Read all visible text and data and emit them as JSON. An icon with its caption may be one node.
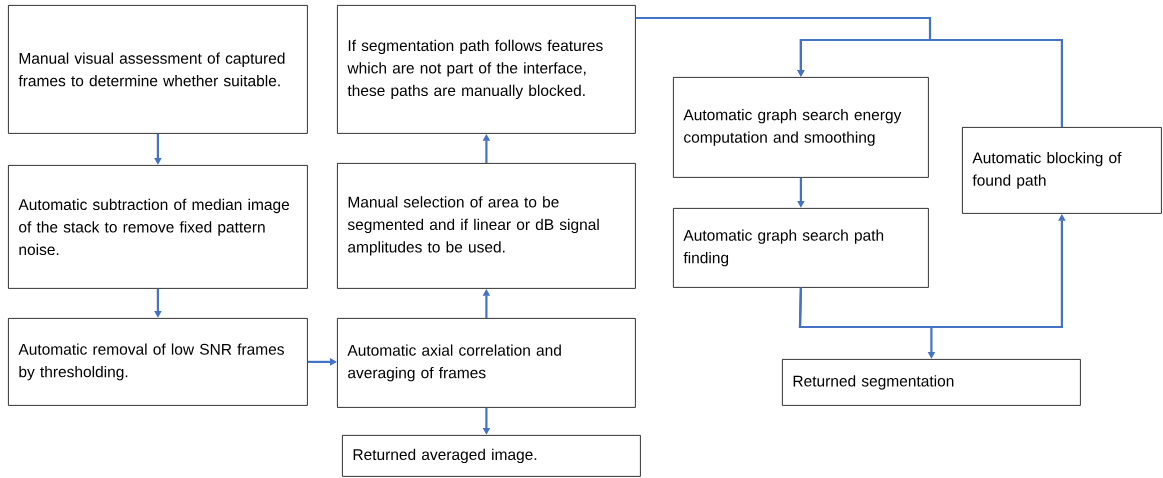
{
  "diagram": {
    "nodes": [
      {
        "text": [
          "Manual visual assessment of captured frames to determine whether suitable."
        ]
      },
      {
        "text": [
          "Automatic subtraction of median image of the stack to remove fixed pattern noise."
        ]
      },
      {
        "text": [
          "Automatic removal of low SNR frames by thresholding."
        ]
      },
      {
        "text": [
          "If segmentation path follows features which are not part of the interface, these paths are manually blocked."
        ]
      },
      {
        "text": [
          "Manual selection of area to be segmented and if linear or dB signal amplitudes to be used."
        ]
      },
      {
        "text": [
          "Automatic axial correlation and averaging of frames"
        ]
      },
      {
        "text": [
          "Returned averaged image."
        ]
      },
      {
        "text": [
          "Automatic graph search energy computation and smoothing"
        ]
      },
      {
        "text": [
          "Automatic graph search path finding"
        ]
      },
      {
        "text": [
          "Returned segmentation"
        ]
      },
      {
        "text": [
          "Automatic blocking of found path"
        ]
      }
    ],
    "edges": [
      {
        "from": 0,
        "to": 1,
        "arrow": "to"
      },
      {
        "from": 1,
        "to": 2,
        "arrow": "to"
      },
      {
        "from": 2,
        "to": 5,
        "arrow": "to"
      },
      {
        "from": 5,
        "to": 4,
        "arrow": "to"
      },
      {
        "from": 4,
        "to": 3,
        "arrow": "to"
      },
      {
        "from": 5,
        "to": 6,
        "arrow": "to"
      },
      {
        "from": 3,
        "to": 7,
        "arrow": "to"
      },
      {
        "from": 10,
        "to": 7,
        "arrow": "to"
      },
      {
        "from": 7,
        "to": 8,
        "arrow": "to"
      },
      {
        "from": 8,
        "to": 9,
        "arrow": "to"
      },
      {
        "from": 8,
        "to": 10,
        "arrow": "to"
      }
    ]
  }
}
